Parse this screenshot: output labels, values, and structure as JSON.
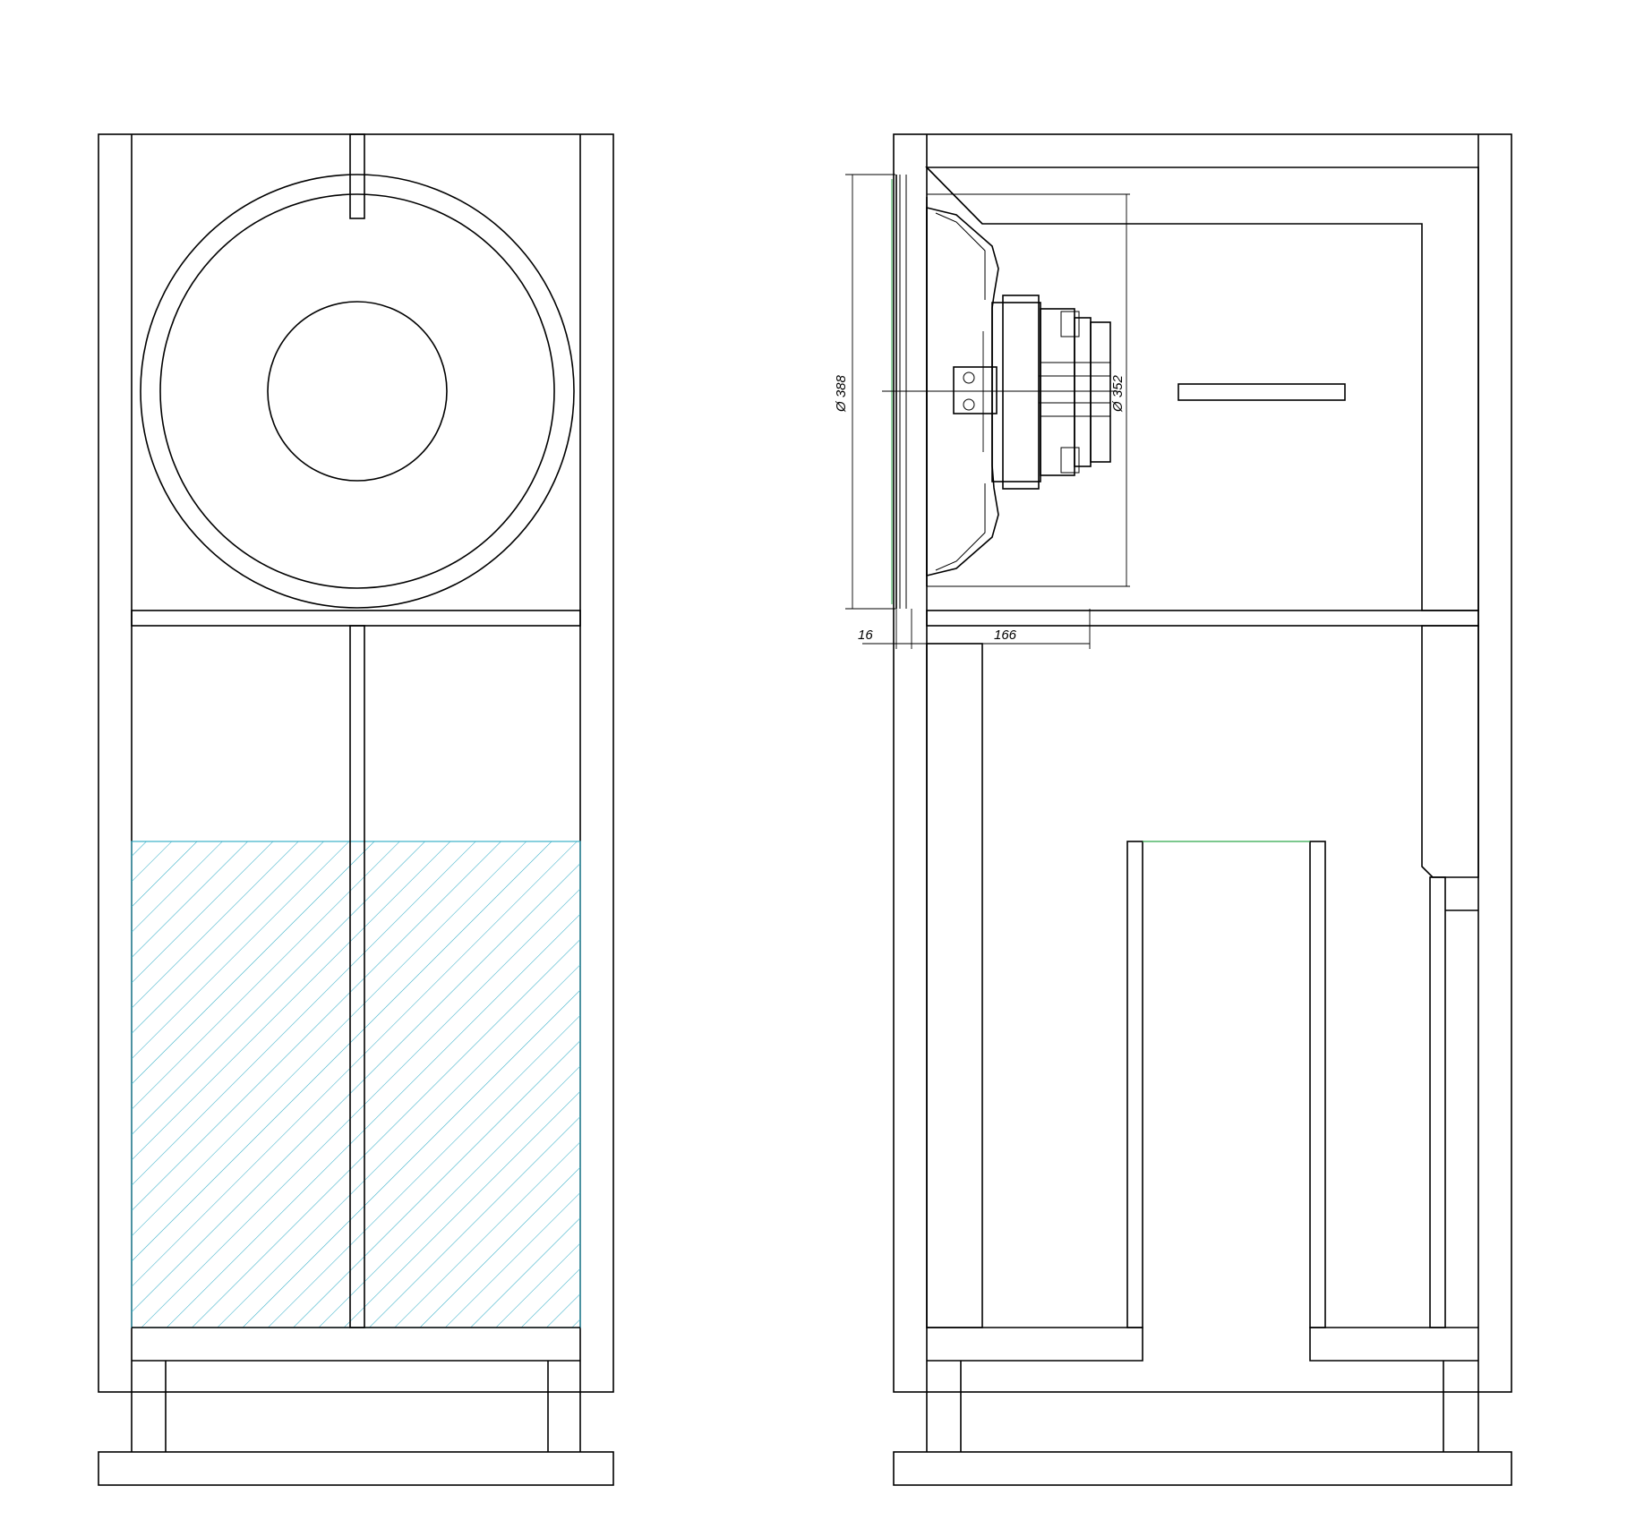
{
  "dimensions": {
    "diam_388": "Ø 388",
    "diam_352": "Ø 352",
    "depth_16": "16",
    "depth_166": "166"
  },
  "colors": {
    "line": "#000000",
    "fill_hatch": "#3ab0c8",
    "guide": "#2ea84a",
    "background": "#ffffff"
  }
}
